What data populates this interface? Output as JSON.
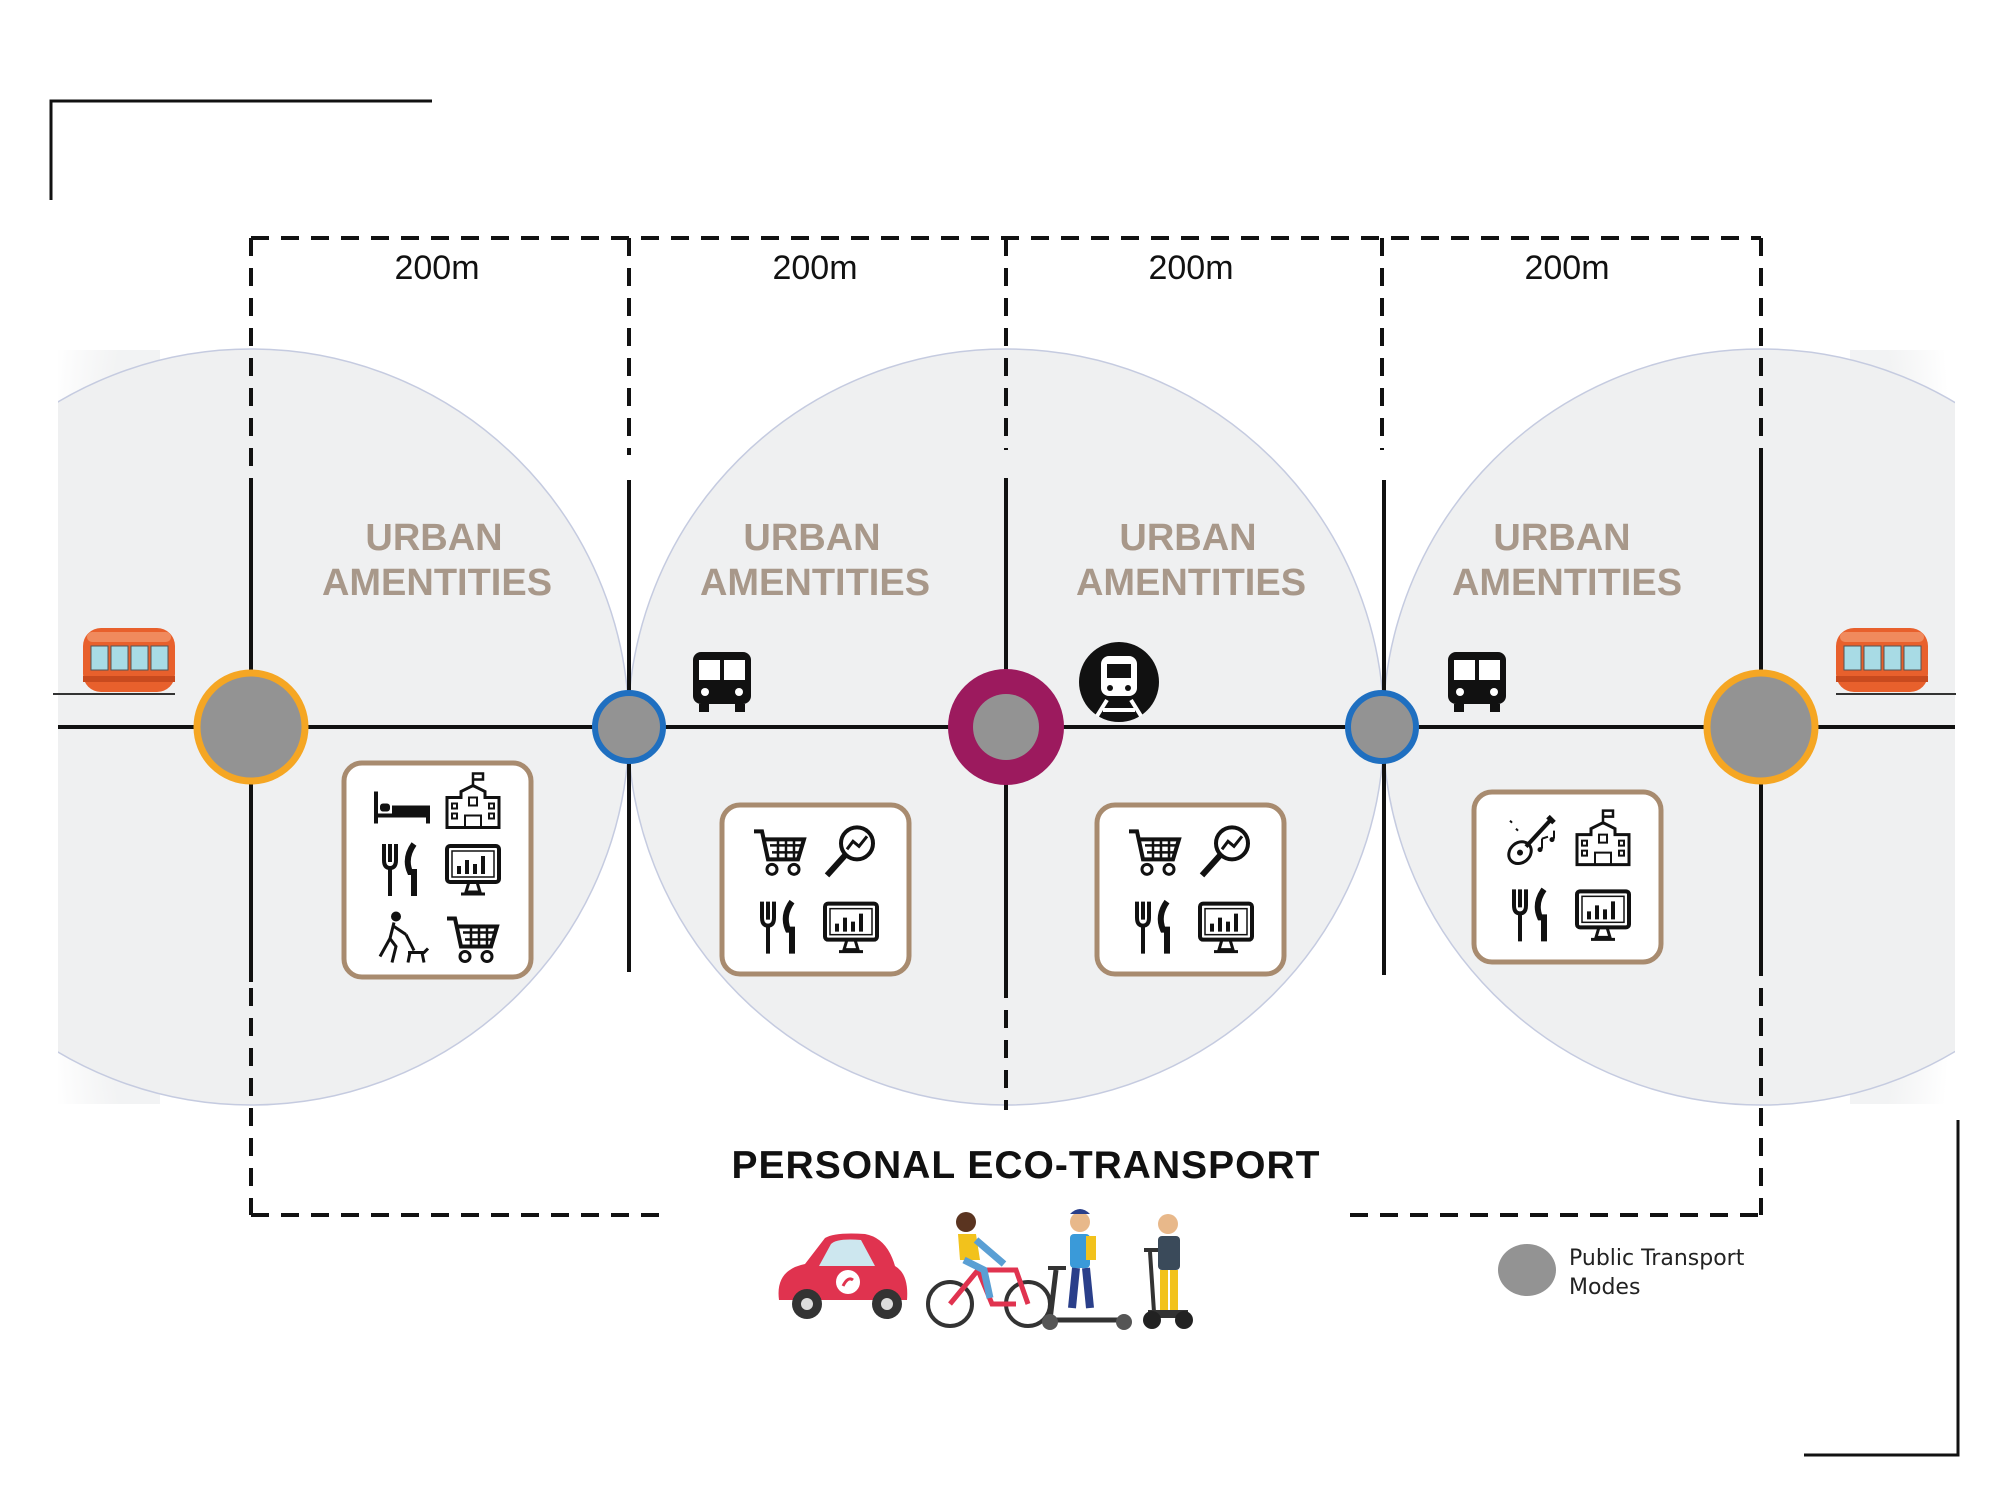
{
  "segments": [
    {
      "distance": "200m",
      "zone_line1": "URBAN",
      "zone_line2": "AMENTITIES",
      "amenities": [
        "bed-icon",
        "school-icon",
        "cutlery-icon",
        "monitor-chart-icon",
        "dog-walker-icon",
        "cart-icon"
      ]
    },
    {
      "distance": "200m",
      "zone_line1": "URBAN",
      "zone_line2": "AMENTITIES",
      "amenities": [
        "cart-icon",
        "search-chart-icon",
        "cutlery-icon",
        "monitor-chart-icon"
      ]
    },
    {
      "distance": "200m",
      "zone_line1": "URBAN",
      "zone_line2": "AMENTITIES",
      "amenities": [
        "cart-icon",
        "search-chart-icon",
        "cutlery-icon",
        "monitor-chart-icon"
      ]
    },
    {
      "distance": "200m",
      "zone_line1": "URBAN",
      "zone_line2": "AMENTITIES",
      "amenities": [
        "guitar-music-icon",
        "school-icon",
        "cutlery-icon",
        "monitor-chart-icon"
      ]
    }
  ],
  "stops": [
    {
      "type": "tram",
      "ring_color": "#f5a623"
    },
    {
      "type": "bus",
      "ring_color": "#1f6fc0"
    },
    {
      "type": "train",
      "ring_color": "#9c1a5e"
    },
    {
      "type": "bus",
      "ring_color": "#1f6fc0"
    },
    {
      "type": "tram",
      "ring_color": "#f5a623"
    }
  ],
  "eco_transport": {
    "title": "PERSONAL ECO-TRANSPORT",
    "modes": [
      "electric-car",
      "bicycle",
      "kick-scooter",
      "segway"
    ]
  },
  "legend": {
    "line1": "Public Transport",
    "line2": "Modes",
    "color": "#939393"
  },
  "colors": {
    "zone_text": "#a8988a",
    "box_border": "#a88b6f",
    "circle_fill": "#eff0f1",
    "tram": "#e8602c"
  }
}
